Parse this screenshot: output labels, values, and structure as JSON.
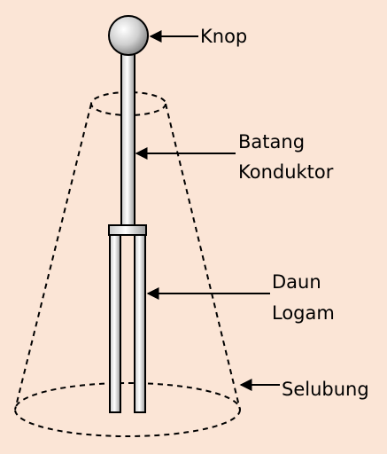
{
  "diagram": {
    "title": "",
    "labels": {
      "knop": "Knop",
      "batang_line1": "Batang",
      "batang_line2": "Konduktor",
      "daun_line1": "Daun",
      "daun_line2": "Logam",
      "selubung": "Selubung"
    },
    "colors": {
      "background": "#FBE5D6",
      "line": "#000000",
      "metal_light": "#FFFFFF",
      "metal_dark": "#A6A6A6"
    }
  }
}
